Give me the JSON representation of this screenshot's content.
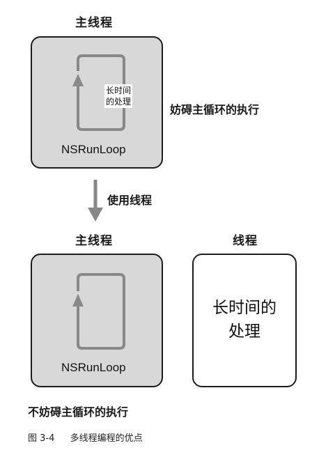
{
  "top": {
    "title": "主线程",
    "loop_label": "NSRunLoop",
    "inner_label_line1": "长时间",
    "inner_label_line2": "的处理",
    "side_note": "妨碍主循环的执行"
  },
  "transition": {
    "label": "使用线程"
  },
  "bottom": {
    "main_title": "主线程",
    "loop_label": "NSRunLoop",
    "thread_title": "线程",
    "thread_label_line1": "长时间的",
    "thread_label_line2": "处理",
    "note": "不妨碍主循环的执行"
  },
  "caption": {
    "number": "图 3-4",
    "text": "多线程编程的优点"
  },
  "colors": {
    "box_fill": "#d8d8d8",
    "arrow": "#888888",
    "border": "#1c1c1c"
  }
}
